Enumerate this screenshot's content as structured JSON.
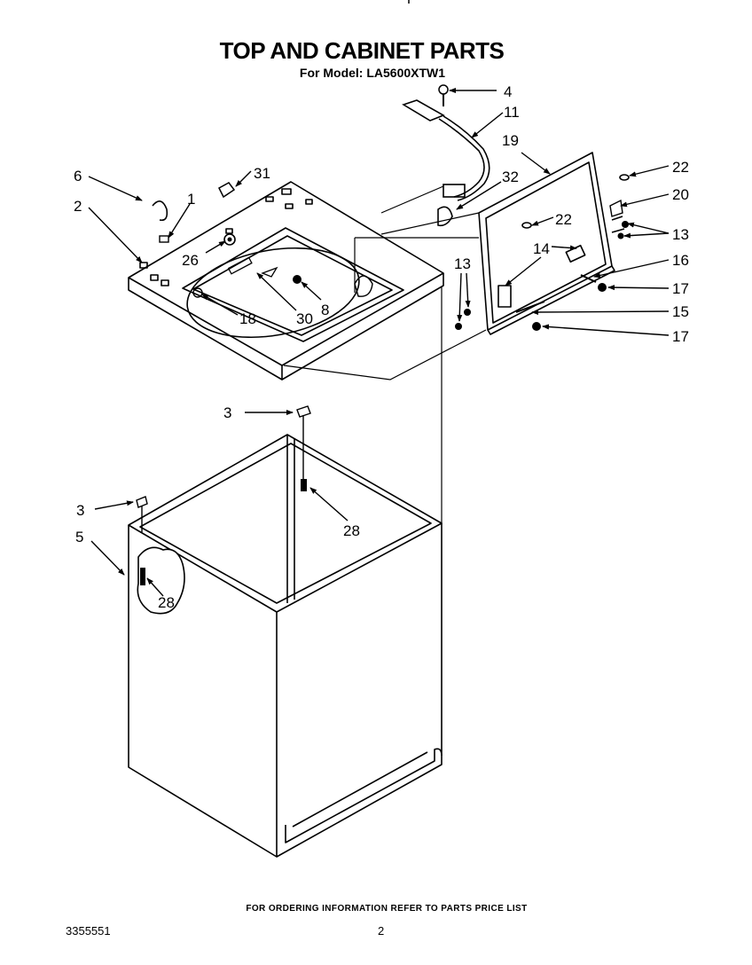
{
  "title": "TOP AND CABINET PARTS",
  "subtitle": "For Model: LA5600XTW1",
  "footer_note": "FOR ORDERING INFORMATION REFER TO PARTS PRICE LIST",
  "doc_number": "3355551",
  "page_number": "2",
  "callouts": [
    {
      "id": "c4",
      "label": "4"
    },
    {
      "id": "c11",
      "label": "11"
    },
    {
      "id": "c19",
      "label": "19"
    },
    {
      "id": "c22a",
      "label": "22"
    },
    {
      "id": "c20",
      "label": "20"
    },
    {
      "id": "c6",
      "label": "6"
    },
    {
      "id": "c31",
      "label": "31"
    },
    {
      "id": "c32",
      "label": "32"
    },
    {
      "id": "c2",
      "label": "2"
    },
    {
      "id": "c1",
      "label": "1"
    },
    {
      "id": "c22b",
      "label": "22"
    },
    {
      "id": "c13a",
      "label": "13"
    },
    {
      "id": "c26",
      "label": "26"
    },
    {
      "id": "c14",
      "label": "14"
    },
    {
      "id": "c16",
      "label": "16"
    },
    {
      "id": "c13b",
      "label": "13"
    },
    {
      "id": "c17a",
      "label": "17"
    },
    {
      "id": "c18",
      "label": "18"
    },
    {
      "id": "c30",
      "label": "30"
    },
    {
      "id": "c8",
      "label": "8"
    },
    {
      "id": "c15",
      "label": "15"
    },
    {
      "id": "c17b",
      "label": "17"
    },
    {
      "id": "c3a",
      "label": "3"
    },
    {
      "id": "c28a",
      "label": "28"
    },
    {
      "id": "c3b",
      "label": "3"
    },
    {
      "id": "c5",
      "label": "5"
    },
    {
      "id": "c28b",
      "label": "28"
    }
  ]
}
